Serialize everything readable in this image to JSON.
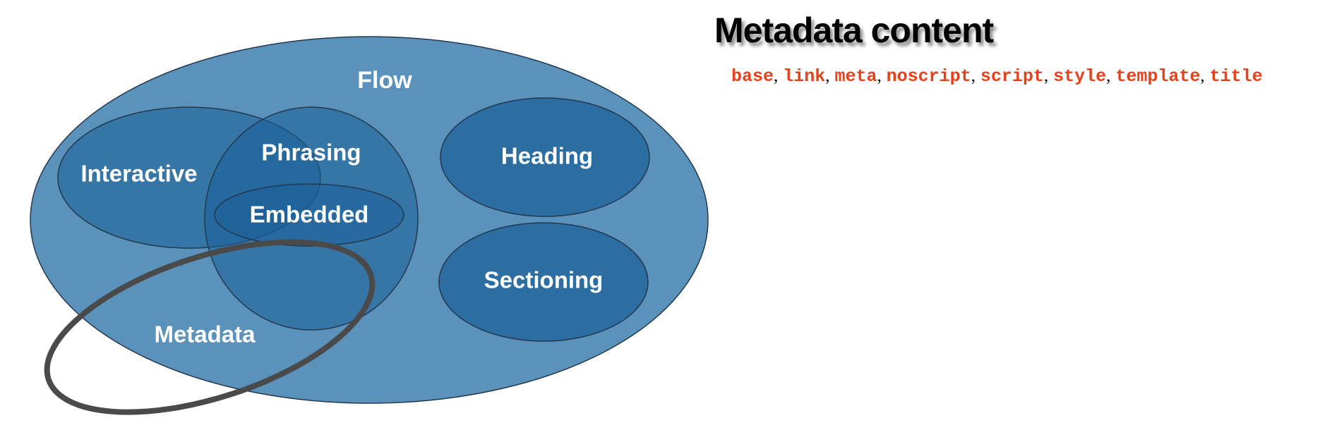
{
  "title": "Metadata content",
  "elements": [
    "base",
    "link",
    "meta",
    "noscript",
    "script",
    "style",
    "template",
    "title"
  ],
  "separator": ",",
  "diagram": {
    "sets": [
      {
        "id": "flow",
        "label": "Flow"
      },
      {
        "id": "interactive",
        "label": "Interactive"
      },
      {
        "id": "phrasing",
        "label": "Phrasing"
      },
      {
        "id": "embedded",
        "label": "Embedded"
      },
      {
        "id": "heading",
        "label": "Heading"
      },
      {
        "id": "sectioning",
        "label": "Sectioning"
      },
      {
        "id": "metadata",
        "label": "Metadata",
        "highlighted": true
      }
    ]
  },
  "colors": {
    "flow_fill": "#5a92bb",
    "subset_fill": "#1a5e98",
    "outline": "#23384c",
    "highlight_stroke": "#4a4a4a",
    "element_text": "#e8401a",
    "label_text": "#ffffff"
  }
}
